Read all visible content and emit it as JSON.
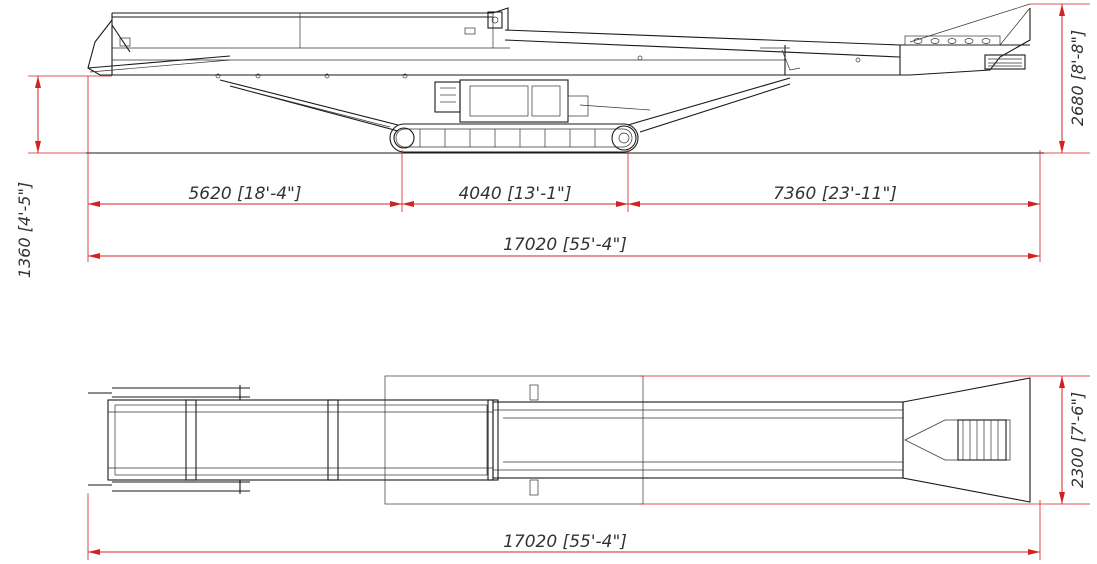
{
  "side_view": {
    "dimensions": {
      "seg1": "5620 [18'-4\"]",
      "seg2": "4040 [13'-1\"]",
      "seg3": "7360 [23'-11\"]",
      "overall": "17020 [55'-4\"]",
      "height_top": "2680 [8'-8\"]",
      "height_left": "1360 [4'-5\"]"
    }
  },
  "plan_view": {
    "dimensions": {
      "width": "2300 [7'-6\"]",
      "overall": "17020 [55'-4\"]"
    }
  }
}
